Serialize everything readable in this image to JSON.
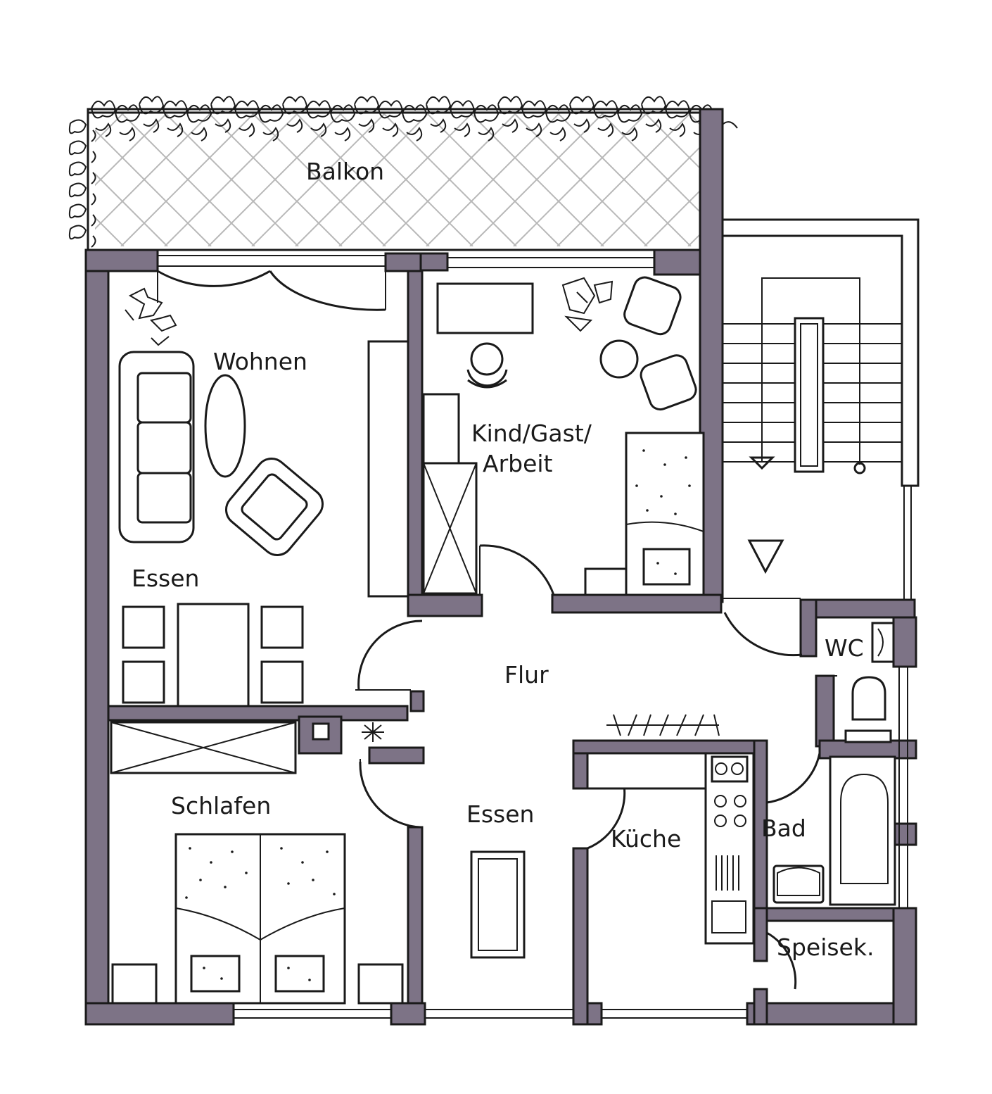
{
  "rooms": {
    "balkon": "Balkon",
    "wohnen": "Wohnen",
    "essen_wohn": "Essen",
    "kind": "Kind/Gast/",
    "arbeit": "Arbeit",
    "flur": "Flur",
    "wc": "WC",
    "schlafen": "Schlafen",
    "essen_kueche": "Essen",
    "kueche": "Küche",
    "bad": "Bad",
    "speisek": "Speisek."
  },
  "colors": {
    "wall_fill": "#7d7386",
    "line": "#1a1a1a",
    "balcony_hatch": "#b8b8b8"
  },
  "icons": [
    "plant-icon",
    "stair-down-arrow-icon",
    "chimney-icon"
  ]
}
